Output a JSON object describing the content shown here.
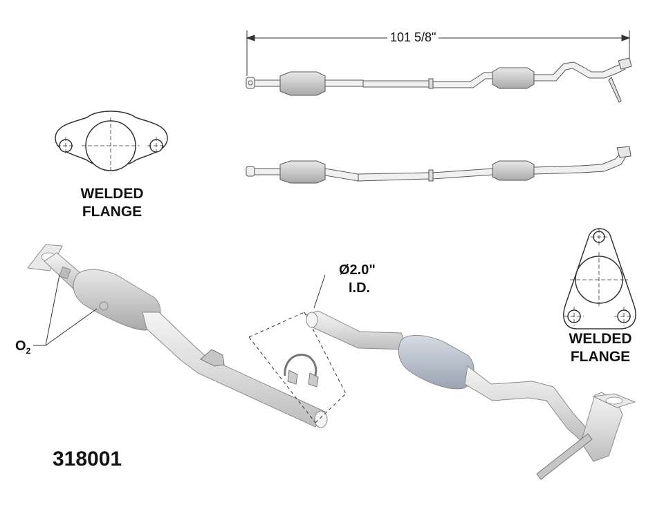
{
  "diagram": {
    "overall_length": "101 5/8\"",
    "left_flange": {
      "label_line1": "WELDED",
      "label_line2": "FLANGE"
    },
    "right_flange": {
      "label_line1": "WELDED",
      "label_line2": "FLANGE"
    },
    "pipe_diameter": {
      "line1": "Ø2.0\"",
      "line2": "I.D."
    },
    "sensor_label": {
      "main": "O",
      "sub": "2"
    },
    "part_number": "318001"
  }
}
